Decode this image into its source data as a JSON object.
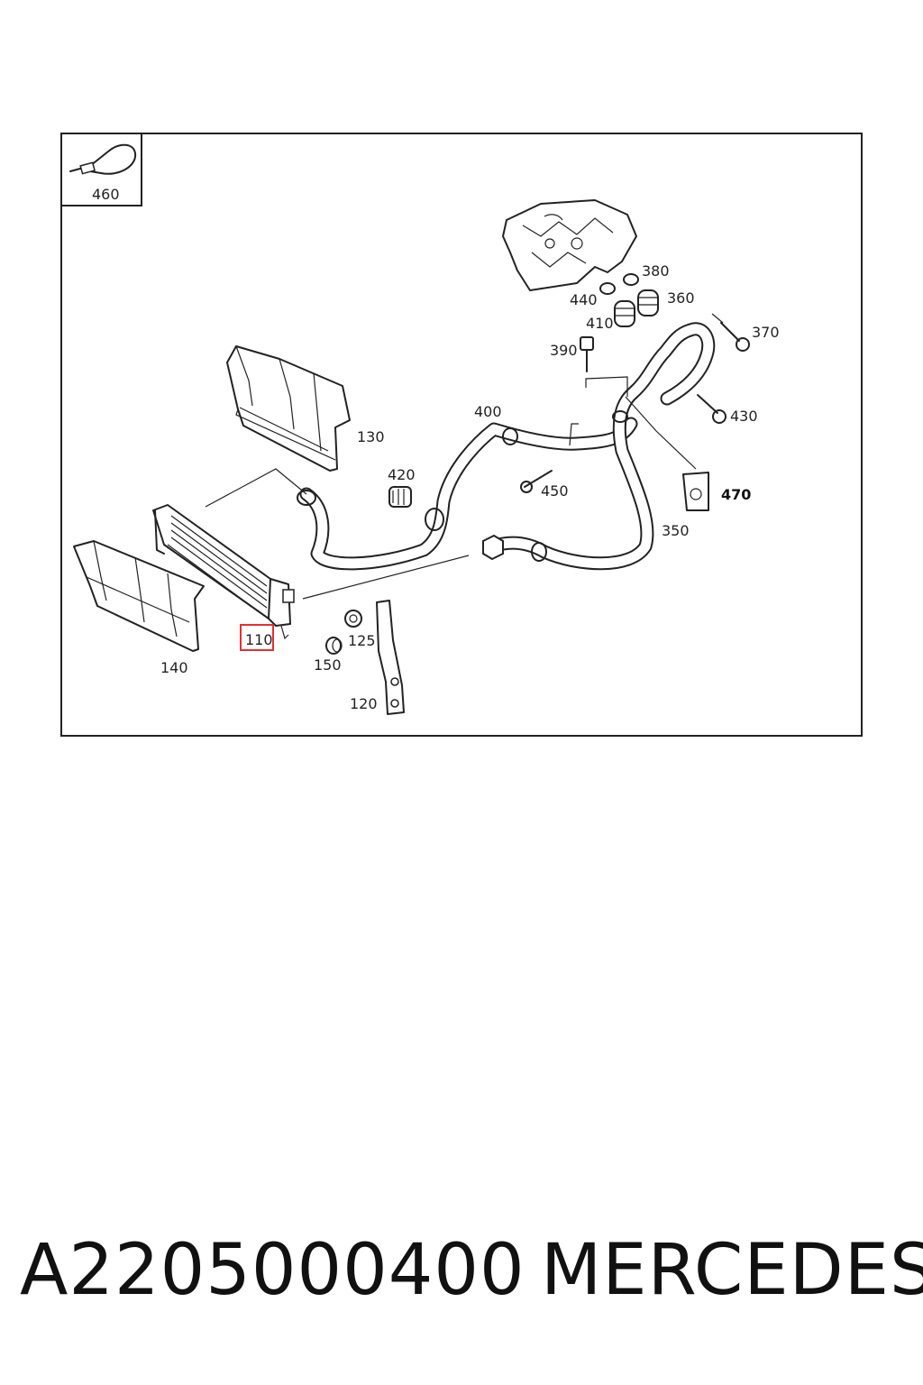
{
  "diagram": {
    "labels": {
      "l460": "460",
      "l130": "130",
      "l140": "140",
      "l110": "110",
      "l120": "120",
      "l125": "125",
      "l150": "150",
      "l420": "420",
      "l400": "400",
      "l450": "450",
      "l390": "390",
      "l380": "380",
      "l440": "440",
      "l410": "410",
      "l360": "360",
      "l370": "370",
      "l430": "430",
      "l470": "470",
      "l350": "350"
    },
    "highlighted_part": "110",
    "highlight_color": "#e53030"
  },
  "footer": {
    "part_number": "A2205000400",
    "brand": "MERCEDES"
  }
}
